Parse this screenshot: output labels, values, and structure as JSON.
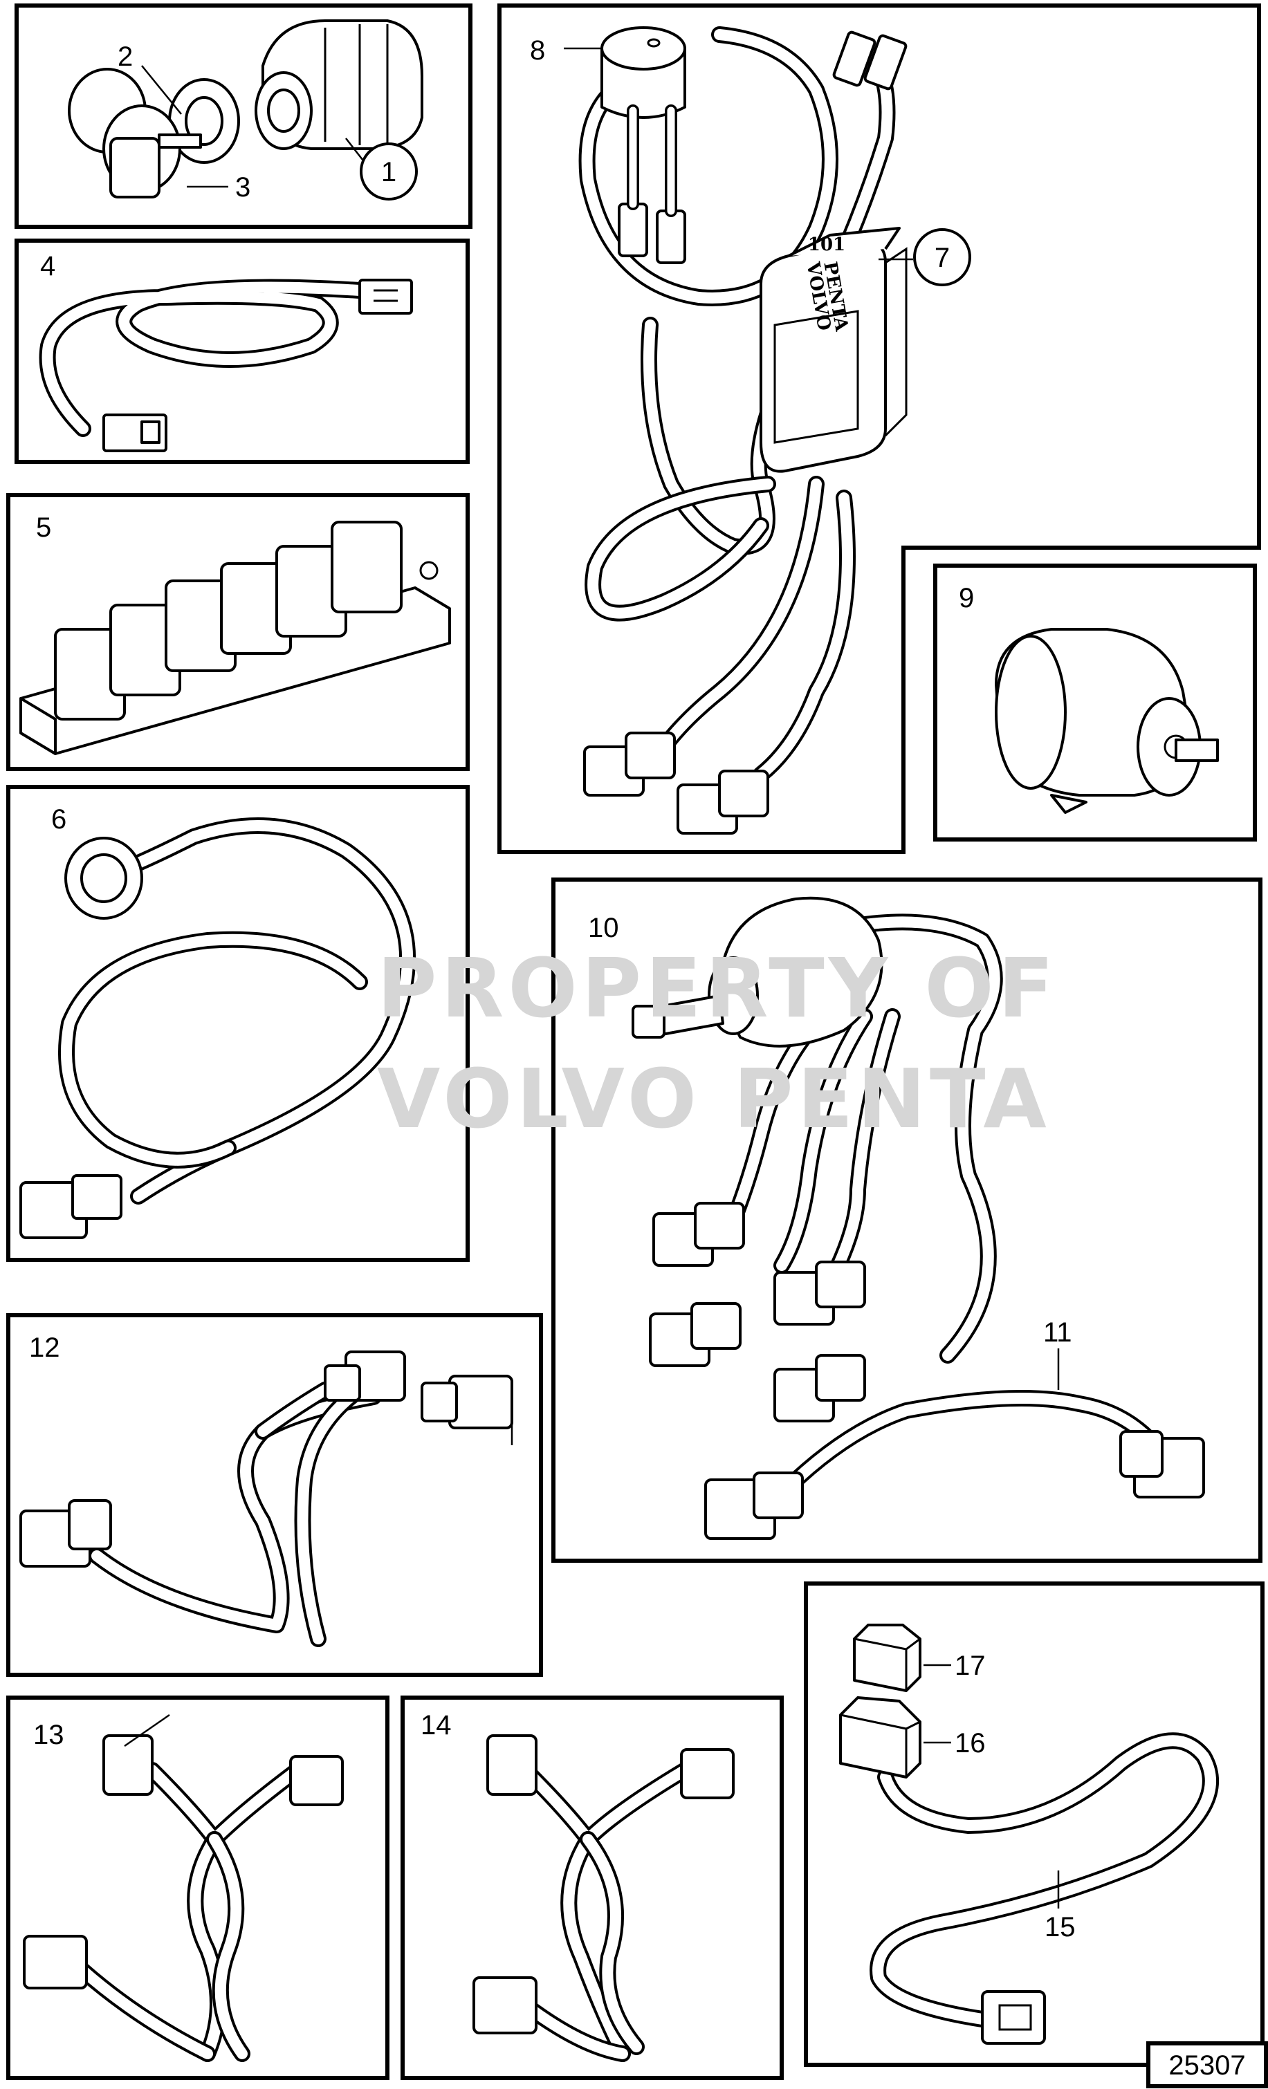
{
  "labels": {
    "p1": "1",
    "p2": "2",
    "p3": "3",
    "p4": "4",
    "p5": "5",
    "p6": "6",
    "p7": "7",
    "p8": "8",
    "p9": "9",
    "p10": "10",
    "p11": "11",
    "p12": "12",
    "p13": "13",
    "p14": "14",
    "p15": "15",
    "p16": "16",
    "p17": "17"
  },
  "watermark": {
    "line1": "PROPERTY OF",
    "line2": "VOLVO PENTA"
  },
  "brand": {
    "line1": "VOLVO",
    "line2": "PENTA"
  },
  "box_marking": "101",
  "figure_number": "25307"
}
